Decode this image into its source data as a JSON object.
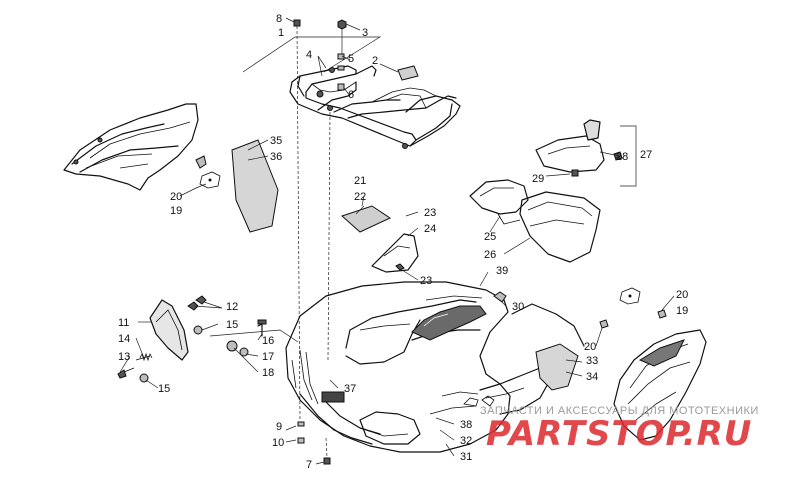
{
  "diagram": {
    "callouts": [
      {
        "id": "c8",
        "text": "8"
      },
      {
        "id": "c1",
        "text": "1"
      },
      {
        "id": "c3",
        "text": "3"
      },
      {
        "id": "c4",
        "text": "4"
      },
      {
        "id": "c5",
        "text": "5"
      },
      {
        "id": "c2",
        "text": "2"
      },
      {
        "id": "c6",
        "text": "6"
      },
      {
        "id": "c35",
        "text": "35"
      },
      {
        "id": "c36",
        "text": "36"
      },
      {
        "id": "c27",
        "text": "27"
      },
      {
        "id": "c28",
        "text": "28"
      },
      {
        "id": "c29",
        "text": "29"
      },
      {
        "id": "c20a",
        "text": "20"
      },
      {
        "id": "c19a",
        "text": "19"
      },
      {
        "id": "c21",
        "text": "21"
      },
      {
        "id": "c22",
        "text": "22"
      },
      {
        "id": "c23a",
        "text": "23"
      },
      {
        "id": "c24",
        "text": "24"
      },
      {
        "id": "c25",
        "text": "25"
      },
      {
        "id": "c26",
        "text": "26"
      },
      {
        "id": "c23b",
        "text": "23"
      },
      {
        "id": "c39",
        "text": "39"
      },
      {
        "id": "c30",
        "text": "30"
      },
      {
        "id": "c20b",
        "text": "20"
      },
      {
        "id": "c19b",
        "text": "19"
      },
      {
        "id": "c12",
        "text": "12"
      },
      {
        "id": "c11",
        "text": "11"
      },
      {
        "id": "c15a",
        "text": "15"
      },
      {
        "id": "c14",
        "text": "14"
      },
      {
        "id": "c16",
        "text": "16"
      },
      {
        "id": "c13",
        "text": "13"
      },
      {
        "id": "c17",
        "text": "17"
      },
      {
        "id": "c18",
        "text": "18"
      },
      {
        "id": "c15b",
        "text": "15"
      },
      {
        "id": "c20c",
        "text": "20"
      },
      {
        "id": "c33",
        "text": "33"
      },
      {
        "id": "c34",
        "text": "34"
      },
      {
        "id": "c37",
        "text": "37"
      },
      {
        "id": "c9",
        "text": "9"
      },
      {
        "id": "c10",
        "text": "10"
      },
      {
        "id": "c7",
        "text": "7"
      },
      {
        "id": "c38",
        "text": "38"
      },
      {
        "id": "c32",
        "text": "32"
      },
      {
        "id": "c31",
        "text": "31"
      }
    ]
  },
  "watermark": {
    "tagline": "ЗАПЧАСТИ И АКСЕССУАРЫ ДЛЯ МОТОТЕХНИКИ",
    "brand": "PARTSTOP.RU"
  }
}
